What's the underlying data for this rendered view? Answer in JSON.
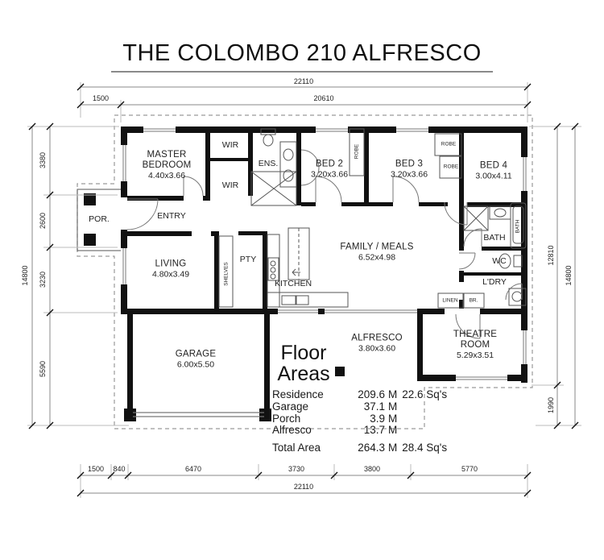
{
  "title": "THE COLOMBO 210 ALFRESCO",
  "rooms": {
    "master": {
      "name": "MASTER BEDROOM",
      "size": "4.40x3.66"
    },
    "bed2": {
      "name": "BED 2",
      "size": "3.20x3.66"
    },
    "bed3": {
      "name": "BED 3",
      "size": "3.20x3.66"
    },
    "bed4": {
      "name": "BED 4",
      "size": "3.00x4.11"
    },
    "living": {
      "name": "LIVING",
      "size": "4.80x3.49"
    },
    "family": {
      "name": "FAMILY / MEALS",
      "size": "6.52x4.98"
    },
    "garage": {
      "name": "GARAGE",
      "size": "6.00x5.50"
    },
    "alfresco": {
      "name": "ALFRESCO",
      "size": "3.80x3.60"
    },
    "theatre": {
      "name": "THEATRE ROOM",
      "size": "5.29x3.51"
    }
  },
  "labels": {
    "wir_top": "WIR",
    "wir_bottom": "WIR",
    "ens": "ENS.",
    "robe_bed2": "ROBE",
    "robe_a": "ROBE",
    "robe_b": "ROBE",
    "porch": "POR.",
    "entry": "ENTRY",
    "pantry": "PTY",
    "shelves": "SHELVES",
    "kitchen": "KITCHEN",
    "bath": "BATH",
    "bathtub": "BATH",
    "wc": "WC",
    "laundry": "L'DRY",
    "linen": "LINEN",
    "broom": "BR."
  },
  "floor_areas": {
    "heading": "Floor Areas",
    "rows": [
      {
        "label": "Residence",
        "value": "209.6",
        "unit": "M",
        "sqs": "22.6 Sq's"
      },
      {
        "label": "Garage",
        "value": "37.1",
        "unit": "M",
        "sqs": ""
      },
      {
        "label": "Porch",
        "value": "3.9",
        "unit": "M",
        "sqs": ""
      },
      {
        "label": "Alfresco",
        "value": "13.7",
        "unit": "M",
        "sqs": ""
      },
      {
        "label": "Total Area",
        "value": "264.3",
        "unit": "M",
        "sqs": "28.4 Sq's"
      }
    ]
  },
  "dimensions": {
    "top": {
      "total": "22110",
      "segments": [
        "1500",
        "20610"
      ]
    },
    "bottom": {
      "total": "22110",
      "segments": [
        "1500",
        "840",
        "6470",
        "3730",
        "3800",
        "5770"
      ]
    },
    "left": {
      "total": "14800",
      "segments": [
        "3380",
        "2600",
        "3230",
        "5590"
      ]
    },
    "right": {
      "total": "14800",
      "segments": [
        "12810",
        "1990"
      ]
    }
  }
}
